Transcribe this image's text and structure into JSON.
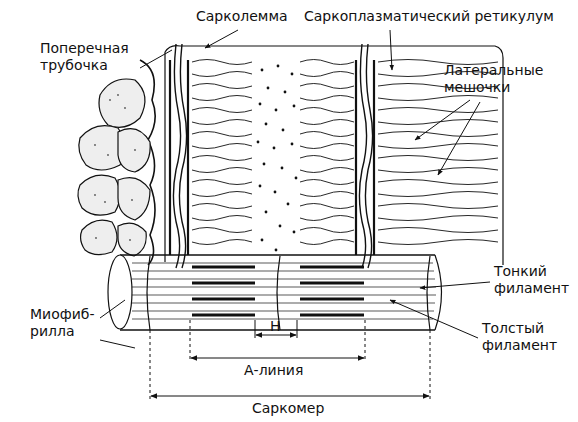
{
  "diagram": {
    "labels": [
      "Сарколемма",
      "Саркоплазматический ретикулум",
      "Поперечная трубочка",
      "Латеральные мешочки",
      "Тонкий филамент",
      "Толстый филамент",
      "Миофиб- рилла",
      "Н",
      "А-линия",
      "Саркомер"
    ]
  }
}
